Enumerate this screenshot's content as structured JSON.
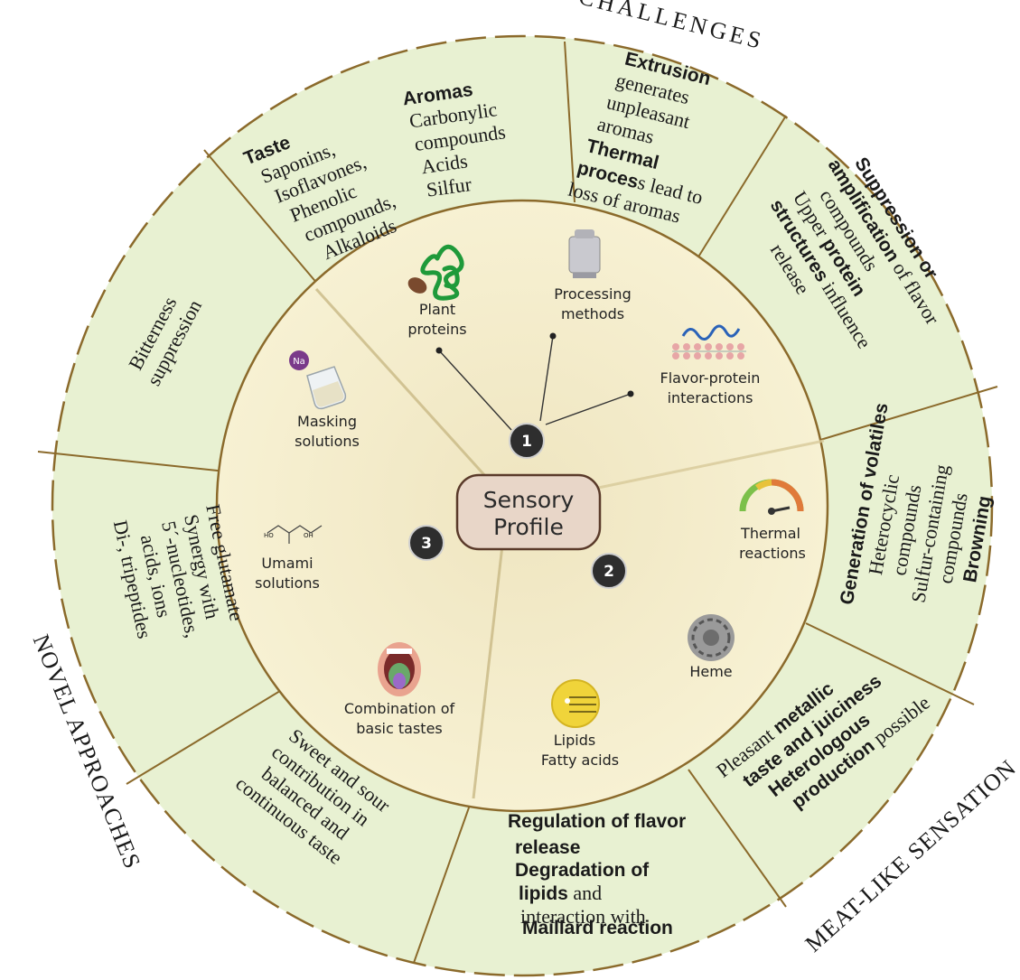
{
  "outer_titles": {
    "challenges": "CHALLENGES",
    "novel_approaches": "NOVEL APPROACHES",
    "meat_like": "MEAT-LIKE SENSATION"
  },
  "center": {
    "line1": "Sensory",
    "line2": "Profile"
  },
  "badges": [
    "1",
    "2",
    "3"
  ],
  "inner_items": {
    "plant_proteins": [
      "Plant",
      "proteins"
    ],
    "processing_methods": [
      "Processing",
      "methods"
    ],
    "flavor_protein": [
      "Flavor-protein",
      "interactions"
    ],
    "thermal_reactions": [
      "Thermal",
      "reactions"
    ],
    "heme": [
      "Heme"
    ],
    "lipids": [
      "Lipids",
      "Fatty acids"
    ],
    "combination": [
      "Combination of",
      "basic tastes"
    ],
    "umami": [
      "Umami",
      "solutions"
    ],
    "masking": [
      "Masking",
      "solutions"
    ],
    "na_label": "Na"
  },
  "segments": {
    "taste": {
      "bold": "Taste",
      "lines": [
        "Saponins,",
        "Isoflavones,",
        "Phenolic",
        "compounds,",
        "Alkaloids"
      ]
    },
    "aromas": {
      "bold": "Aromas",
      "lines": [
        "Carbonylic",
        "compounds",
        "Acids",
        "Silfur"
      ]
    },
    "extrusion": {
      "bold1": "Extrusion",
      "lines1": [
        "generates",
        "unpleasant",
        "aromas"
      ],
      "bold2a": "Thermal",
      "bold2b": "proces",
      "tail2b": "s lead to",
      "line3": "loss of aromas"
    },
    "suppression": {
      "bold1": "Suppression or",
      "bold2": "amplification",
      "tail2": " of flavor",
      "line3": "compounds",
      "line4": "Upper",
      "bold4": " protein",
      "bold5": "structures",
      "tail5": " influence",
      "line6": "release"
    },
    "volatiles": {
      "bold1": "Generation of volatiles",
      "lines": [
        "Heterocyclic",
        "compounds",
        "Sulfur-containing",
        "compounds"
      ],
      "bold2": "Browning"
    },
    "metallic": {
      "line1a": "Pleasant ",
      "bold1": "metallic",
      "bold2": "taste and juiciness",
      "bold3": "Heterologous",
      "bold4": "production",
      "tail4": " possible"
    },
    "regulation": {
      "bold1": "Regulation of flavor",
      "bold2": "release",
      "bold3": "Degradation of",
      "bold4": "lipids",
      "tail4": " and",
      "line5": "interaction with",
      "bold6": "Maillard reaction"
    },
    "sweet_sour": {
      "lines": [
        "Sweet and sour",
        "contribution in",
        "balanced and",
        "continuous taste"
      ]
    },
    "glutamate": {
      "lines": [
        "Free glutamate",
        "Synergy with",
        "5´-nucleotides,",
        "acids, ions",
        "Di-, tripeptides"
      ]
    },
    "bitterness": {
      "lines": [
        "Bitterness",
        "suppression"
      ]
    }
  },
  "colors": {
    "outer_ring": "#e8f1d2",
    "inner_disk": "#f5eec9",
    "border": "#8b6a2b",
    "center_box": "#e8d6c8",
    "badge": "#2e2e2e"
  }
}
